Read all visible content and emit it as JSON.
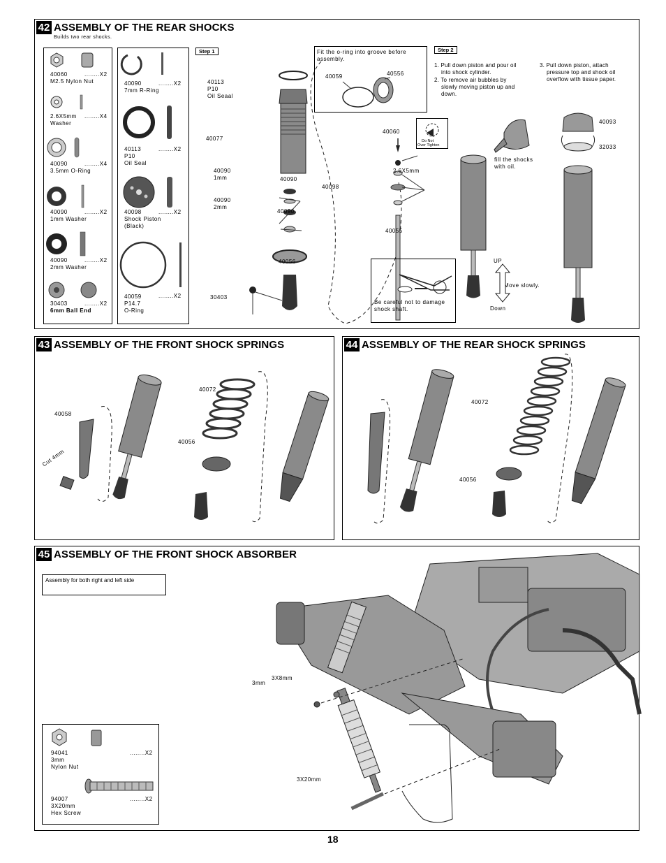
{
  "page_number": "18",
  "steps": {
    "s42": {
      "number": "42",
      "title": "ASSEMBLY OF THE REAR SHOCKS",
      "subtitle": "Builds two rear shocks.",
      "parts_left": [
        {
          "code": "40060",
          "qty": "........X2",
          "name": "M2.5 Nylon Nut"
        },
        {
          "code": "2.6X5mm",
          "qty": "........X4",
          "name": "Washer"
        },
        {
          "code": "40090",
          "qty": "........X4",
          "name": "3.5mm O-Ring"
        },
        {
          "code": "40090",
          "qty": "........X2",
          "name": "1mm Washer"
        },
        {
          "code": "40090",
          "qty": "........X2",
          "name": "2mm Washer"
        },
        {
          "code": "30403",
          "qty": "........X2",
          "name": "6mm Ball End"
        }
      ],
      "parts_right": [
        {
          "code": "40090",
          "qty": "........X2",
          "name": "7mm R-Ring"
        },
        {
          "code": "40113",
          "qty": "........X2",
          "name": "P10",
          "name2": "Oil Seal"
        },
        {
          "code": "40098",
          "qty": "........X2",
          "name": "Shock Piston",
          "name2": "(Black)"
        },
        {
          "code": "40059",
          "qty": "........X2",
          "name": "P14.7",
          "name2": "O-Ring"
        }
      ],
      "step1_label": "Step 1",
      "step2_label": "Step 2",
      "callouts": {
        "c40113a": "40113",
        "c40113b": "P10",
        "c40113c": "Oil Seaal",
        "c40077": "40077",
        "c40090_1a": "40090",
        "c40090_1b": "1mm",
        "c40090_r1": "40090",
        "c40090_2a": "40090",
        "c40090_2b": "2mm",
        "c40090_r2": "40090",
        "c40056": "40056",
        "c30403": "30403",
        "c40060": "40060",
        "c26x5": "2.6X5mm",
        "c40098": "40098",
        "c40055": "40055",
        "c40059": "40059",
        "c40556": "40556",
        "c40093": "40093",
        "c32033": "32033"
      },
      "oring_note_a": "Fit the o-ring into groove before",
      "oring_note_b": "assembly.",
      "do_not_a": "Do Not",
      "do_not_b": "Over Tighten",
      "careful_a": "Be careful not to damage",
      "careful_b": "shock shaft.",
      "instr1a": "1. Pull down piston and pour oil",
      "instr1b": "into shock cylinder.",
      "instr2a": "2. To remove air bubbles by",
      "instr2b": "slowly moving piston up and",
      "instr2c": "down.",
      "instr3a": "3. Pull down piston, attach",
      "instr3b": "pressure top and shock oil",
      "instr3c": "overflow with tissue paper.",
      "fill_a": "fill the shocks",
      "fill_b": "with oil.",
      "up": "UP",
      "move": "Move slowly.",
      "down": "Down"
    },
    "s43": {
      "number": "43",
      "title": "ASSEMBLY OF THE FRONT SHOCK SPRINGS",
      "c40058": "40058",
      "c40072": "40072",
      "c40056": "40056",
      "cut": "Cut 4mm"
    },
    "s44": {
      "number": "44",
      "title": "ASSEMBLY OF THE REAR SHOCK SPRINGS",
      "c40072": "40072",
      "c40056": "40056"
    },
    "s45": {
      "number": "45",
      "title": "ASSEMBLY OF THE FRONT SHOCK ABSORBER",
      "note": "Assembly for both right and left side",
      "c3x8": "3X8mm",
      "c3mm": "3mm",
      "c3x20": "3X20mm",
      "parts": [
        {
          "code": "94041",
          "qty": "........X2",
          "name": "3mm",
          "name2": "Nylon Nut"
        },
        {
          "code": "94007",
          "qty": "........X2",
          "name": "3X20mm",
          "name2": "Hex Screw"
        }
      ]
    }
  }
}
